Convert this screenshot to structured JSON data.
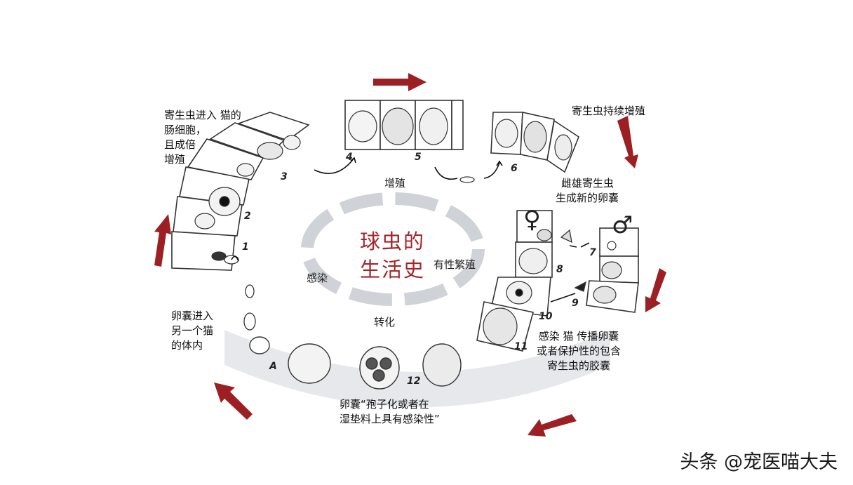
{
  "center_title": [
    "球虫的",
    "生活史"
  ],
  "stages": {
    "proliferation": "增殖",
    "sexual": "有性繁殖",
    "infection": "感染",
    "transformation": "转化"
  },
  "annotations": {
    "enter_cells": [
      "寄生虫进入 猫的",
      "肠细胞，",
      "且成倍",
      "增殖"
    ],
    "continue_multiply": "寄生虫持续增殖",
    "new_oocyst": [
      "雌雄寄生虫",
      "生成新的卵囊"
    ],
    "infect_cat": [
      "感染 猫 传播卵囊",
      "或者保护性的包含",
      "寄生虫的胶囊"
    ],
    "oocyst_sporulate": [
      "卵囊“孢子化或者在",
      "湿垫料上具有感染性”"
    ],
    "oocyst_enter": [
      "卵囊进入",
      "另一个猫",
      "的体内"
    ]
  },
  "step_labels": [
    "1",
    "2",
    "3",
    "4",
    "5",
    "6",
    "7",
    "8",
    "9",
    "10",
    "11",
    "12",
    "A"
  ],
  "symbols": {
    "female": "♀",
    "male": "♂"
  },
  "watermark": "头条 @宠医喵大夫",
  "colors": {
    "arrow": "#9b1f23",
    "title": "#a3262c",
    "ring": "#cfd3d8"
  }
}
